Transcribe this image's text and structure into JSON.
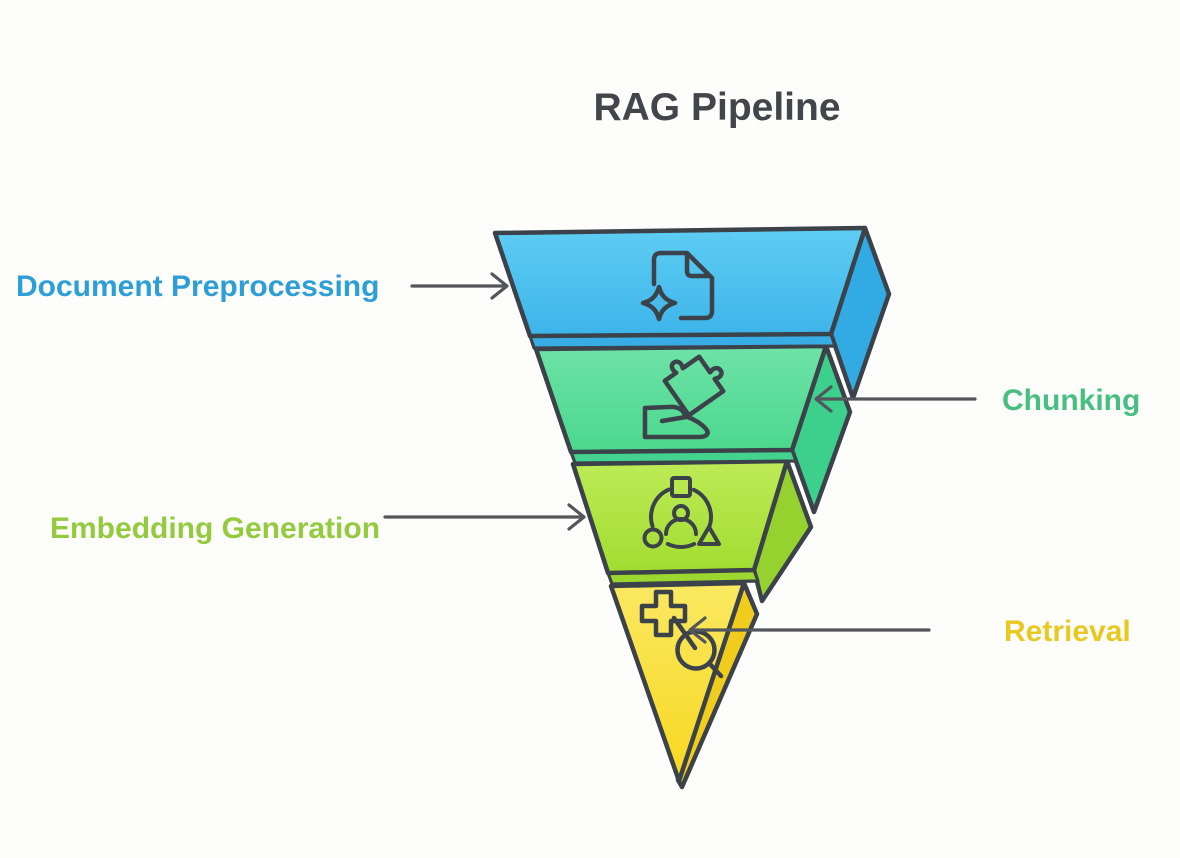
{
  "page": {
    "background": "#fdfdfb",
    "title": "RAG Pipeline",
    "title_color": "#42464b"
  },
  "funnel": {
    "outline_color": "#3b424a",
    "icon_stroke_color": "#3b424a",
    "arrow_color": "#53565a",
    "stages": [
      {
        "id": "document-preprocessing",
        "label": "Document Preprocessing",
        "label_color": "#2e9fd6",
        "label_side": "left",
        "icon": "sparkle-document-icon",
        "face_top": "#5ecdf3",
        "face_bottom": "#3db4ea",
        "side": "#32aae3",
        "lip": "#38ade5"
      },
      {
        "id": "chunking",
        "label": "Chunking",
        "label_color": "#47bf80",
        "label_side": "right",
        "icon": "puzzle-document-icon",
        "face_top": "#6ee2a8",
        "face_bottom": "#4bd88d",
        "side": "#3dcf8c",
        "lip": "#44d38f"
      },
      {
        "id": "embedding-generation",
        "label": "Embedding Generation",
        "label_color": "#94ca3d",
        "label_side": "left",
        "icon": "person-cluster-icon",
        "face_top": "#bdeb57",
        "face_bottom": "#a2dc30",
        "side": "#95d12f",
        "lip": "#9cd72f"
      },
      {
        "id": "retrieval",
        "label": "Retrieval",
        "label_color": "#e7c922",
        "label_side": "right",
        "icon": "search-plus-icon",
        "face_top": "#fae962",
        "face_bottom": "#f7d71f",
        "side": "#f0cd1d",
        "lip": "#f4d31e"
      }
    ]
  }
}
